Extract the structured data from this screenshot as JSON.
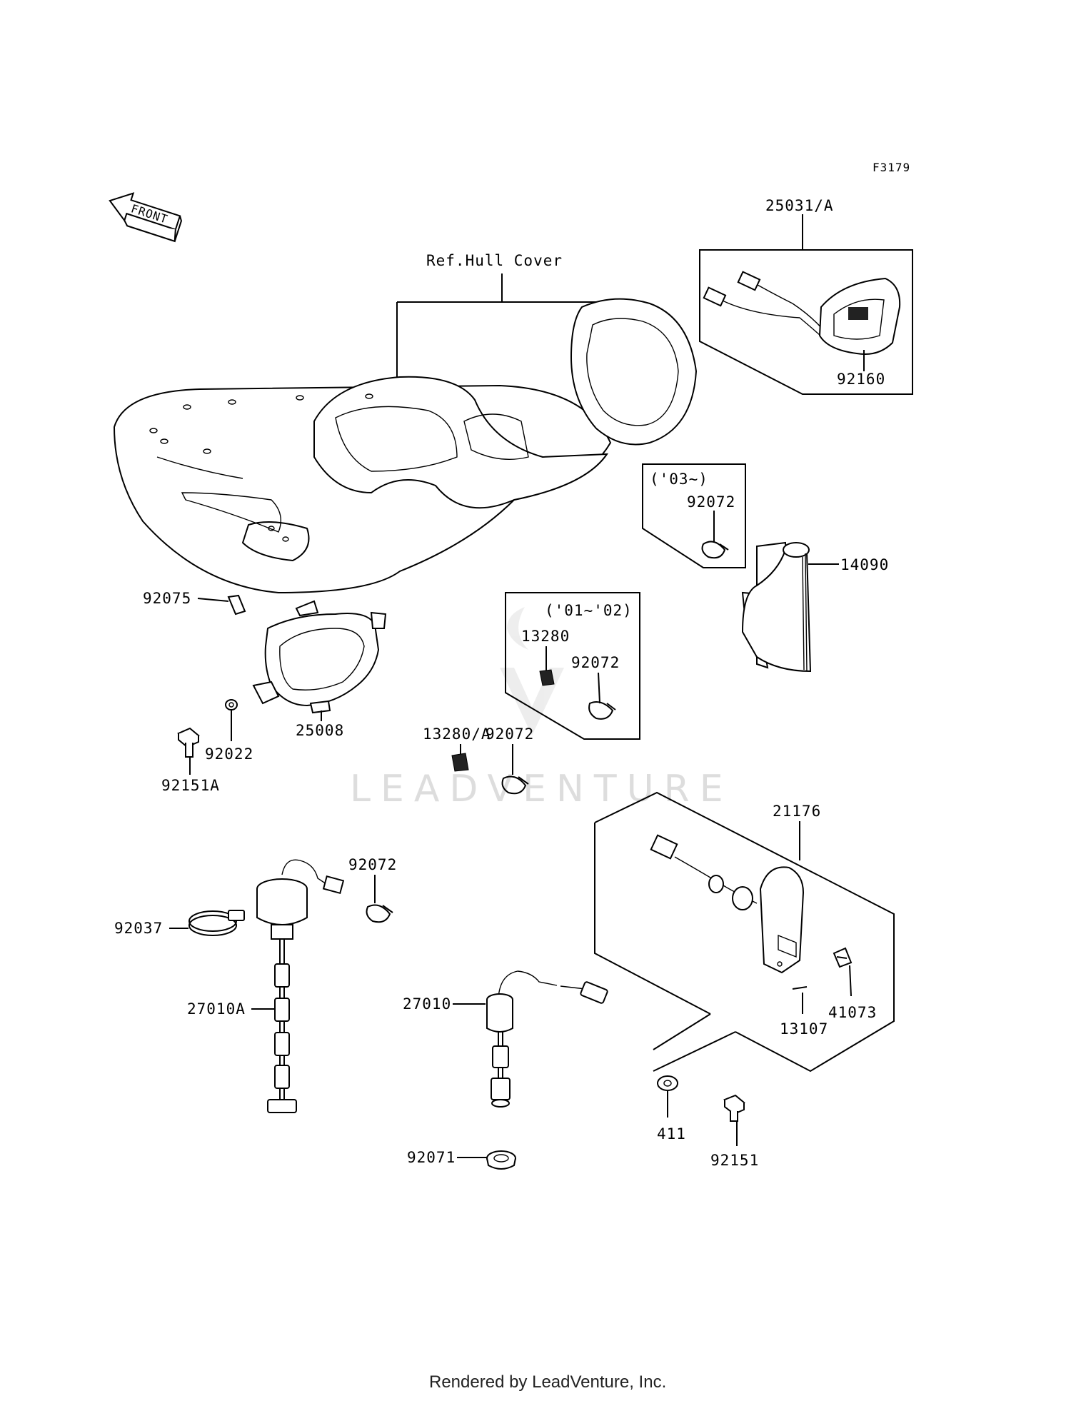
{
  "diagram": {
    "figure_code": "F3179",
    "front_label": "FRONT",
    "ref_label": "Ref.Hull Cover",
    "footer": "Rendered by LeadVenture, Inc.",
    "watermark": "LEADVENTURE",
    "groups": {
      "y03": "('03~)",
      "y0102": "('01~'02)"
    },
    "parts": {
      "p25031A": "25031/A",
      "p92160": "92160",
      "p92072_03": "92072",
      "p14090": "14090",
      "p92075": "92075",
      "p13280": "13280",
      "p92072_0102": "92072",
      "p13280A": "13280/A",
      "p92072_loose": "92072",
      "p25008": "25008",
      "p92022": "92022",
      "p92151A": "92151A",
      "p21176": "21176",
      "p92072_low": "92072",
      "p92037": "92037",
      "p27010A": "27010A",
      "p27010": "27010",
      "p41073": "41073",
      "p13107": "13107",
      "p411": "411",
      "p92151": "92151",
      "p92071": "92071"
    }
  }
}
